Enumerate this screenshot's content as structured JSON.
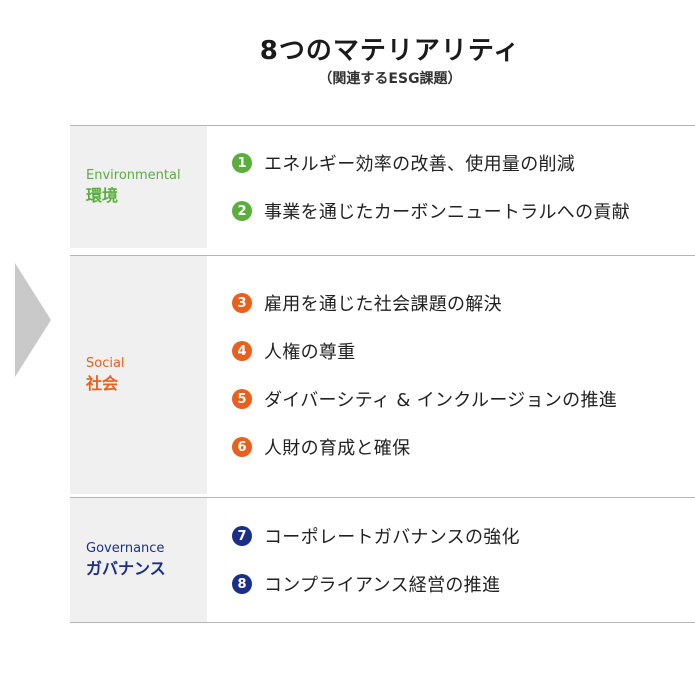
{
  "header": {
    "title": "8つのマテリアリティ",
    "subtitle": "（関連するESG課題）"
  },
  "colors": {
    "environmental": "#5aae3c",
    "social": "#e8601c",
    "governance": "#1c2f86",
    "arrow": "#c9c9c9"
  },
  "sections": [
    {
      "en": "Environmental",
      "ja": "環境",
      "items": [
        {
          "num": "1",
          "text": "エネルギー効率の改善、使用量の削減"
        },
        {
          "num": "2",
          "text": "事業を通じたカーボンニュートラルへの貢献"
        }
      ]
    },
    {
      "en": "Social",
      "ja": "社会",
      "items": [
        {
          "num": "3",
          "text": "雇用を通じた社会課題の解決"
        },
        {
          "num": "4",
          "text": "人権の尊重"
        },
        {
          "num": "5",
          "text": "ダイバーシティ & インクルージョンの推進"
        },
        {
          "num": "6",
          "text": "人財の育成と確保"
        }
      ]
    },
    {
      "en": "Governance",
      "ja": "ガバナンス",
      "items": [
        {
          "num": "7",
          "text": "コーポレートガバナンスの強化"
        },
        {
          "num": "8",
          "text": "コンプライアンス経営の推進"
        }
      ]
    }
  ]
}
